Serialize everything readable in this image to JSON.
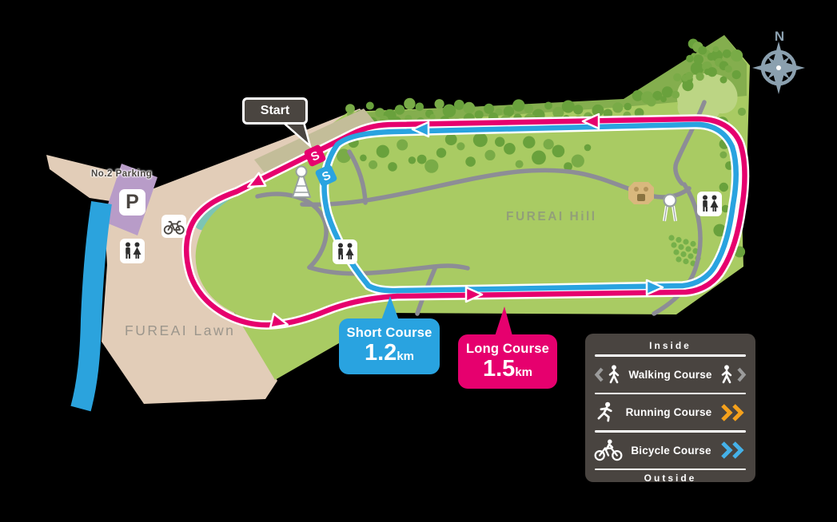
{
  "map": {
    "start_label": "Start",
    "start_badge": "S",
    "parking_label": "No.2 Parking",
    "parking_symbol": "P",
    "hill_label": "FUREAI Hill",
    "lawn_label": "FUREAI Lawn",
    "compass_north": "N"
  },
  "bubbles": {
    "short": {
      "title": "Short Course",
      "value": "1.2",
      "unit": "km"
    },
    "long": {
      "title": "Long Course",
      "value": "1.5",
      "unit": "km"
    }
  },
  "legend": {
    "inside_label": "Inside",
    "outside_label": "Outside",
    "rows": [
      {
        "label": "Walking Course"
      },
      {
        "label": "Running Course"
      },
      {
        "label": "Bicycle Course"
      }
    ]
  },
  "colors": {
    "long_course_pink": "#e6006e",
    "short_course_blue": "#29a3e0",
    "river_blue": "#2ba3dd",
    "park_green": "#a9cb63",
    "tree_green": "#69a13c",
    "lawn_tan": "#e2cdb8",
    "parking_purple": "#b89cc8",
    "legend_bg": "#494440",
    "walking_arrow_gray": "#9b9b9b",
    "running_arrow_orange": "#f5a11c",
    "bicycle_arrow_blue": "#45b1e8",
    "compass_gray": "#8ba0af"
  }
}
